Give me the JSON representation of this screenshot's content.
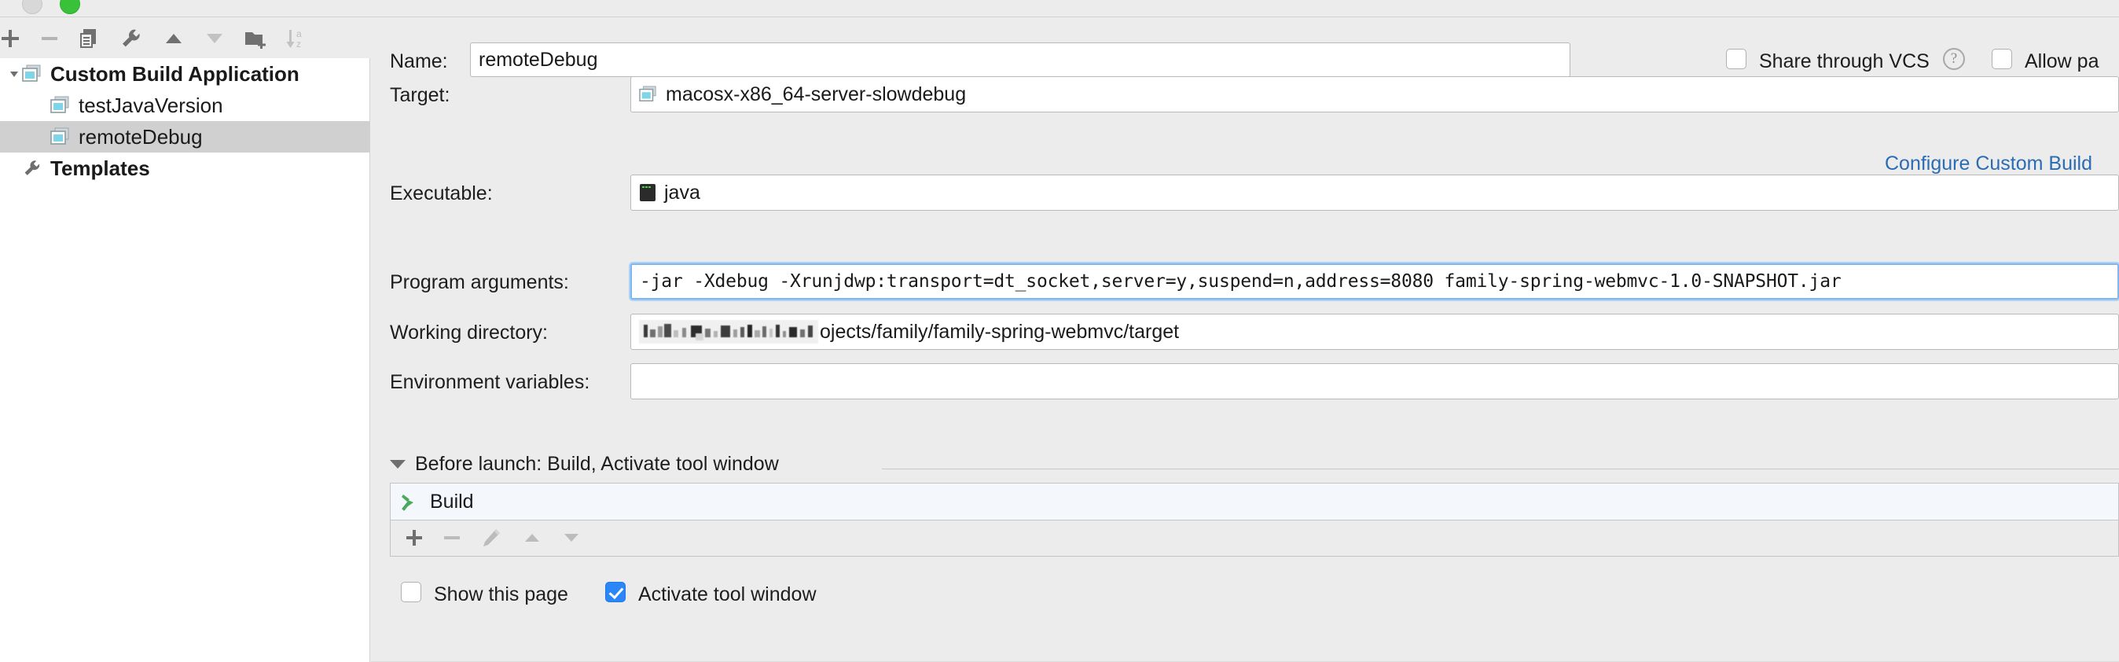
{
  "window": {
    "traffic_lights": [
      "minimize",
      "zoom"
    ]
  },
  "toolbar": {
    "items": [
      {
        "name": "add-configuration-button",
        "icon": "plus-icon",
        "enabled": true
      },
      {
        "name": "remove-configuration-button",
        "icon": "minus-icon",
        "enabled": false
      },
      {
        "name": "copy-configuration-button",
        "icon": "copy-icon",
        "enabled": true
      },
      {
        "name": "edit-templates-button",
        "icon": "wrench-icon",
        "enabled": true
      },
      {
        "name": "move-up-button",
        "icon": "arrow-up-icon",
        "enabled": true
      },
      {
        "name": "move-down-button",
        "icon": "arrow-down-icon",
        "enabled": false
      },
      {
        "name": "new-folder-button",
        "icon": "folder-plus-icon",
        "enabled": true
      },
      {
        "name": "sort-configurations-button",
        "icon": "sort-alpha-icon",
        "enabled": false
      }
    ]
  },
  "tree": {
    "nodes": [
      {
        "label": "Custom Build Application",
        "icon": "application-icon",
        "level": 0,
        "group": true,
        "selected": false,
        "expanded": true
      },
      {
        "label": "testJavaVersion",
        "icon": "application-icon",
        "level": 1,
        "group": false,
        "selected": false
      },
      {
        "label": "remoteDebug",
        "icon": "application-icon",
        "level": 1,
        "group": false,
        "selected": true
      },
      {
        "label": "Templates",
        "icon": "wrench-icon",
        "level": 0,
        "group": true,
        "selected": false
      }
    ]
  },
  "form": {
    "name": {
      "label": "Name:",
      "value": "remoteDebug",
      "focused": false
    },
    "target": {
      "label": "Target:",
      "value": "macosx-x86_64-server-slowdebug",
      "icon": "application-icon"
    },
    "configure_link": "Configure Custom Build",
    "executable": {
      "label": "Executable:",
      "value": "java",
      "icon": "terminal-icon"
    },
    "program_arguments": {
      "label": "Program arguments:",
      "value": "-jar -Xdebug -Xrunjdwp:transport=dt_socket,server=y,suspend=n,address=8080 family-spring-webmvc-1.0-SNAPSHOT.jar",
      "focused": true
    },
    "working_directory": {
      "label": "Working directory:",
      "redacted_prefix": true,
      "value": "ojects/family/family-spring-webmvc/target"
    },
    "environment_variables": {
      "label": "Environment variables:",
      "value": ""
    }
  },
  "options": {
    "share_through_vcs": {
      "label": "Share through VCS",
      "checked": false,
      "help_icon": "question-mark-icon",
      "help_glyph": "?"
    },
    "allow_parallel_run": {
      "label": "Allow pa",
      "checked": false,
      "truncated": true
    }
  },
  "before_launch": {
    "title": "Before launch: Build, Activate tool window",
    "expanded": true,
    "tasks": [
      {
        "label": "Build",
        "icon": "hammer-icon"
      }
    ],
    "toolbar": [
      {
        "name": "add-task-button",
        "icon": "plus-icon",
        "enabled": true
      },
      {
        "name": "remove-task-button",
        "icon": "minus-icon",
        "enabled": false
      },
      {
        "name": "edit-task-button",
        "icon": "pencil-icon",
        "enabled": false
      },
      {
        "name": "move-task-up",
        "icon": "arrow-up-icon",
        "enabled": false
      },
      {
        "name": "move-task-down",
        "icon": "arrow-down-icon",
        "enabled": false
      }
    ],
    "show_this_page": {
      "label": "Show this page",
      "checked": false
    },
    "activate_tool_window": {
      "label": "Activate tool window",
      "checked": true
    }
  },
  "colors": {
    "accent_blue": "#2b86f7",
    "link_blue": "#2b6cb5",
    "focus_border": "#7eb6f0",
    "selection_gray": "#d0d0d0",
    "panel_bg": "#ececec",
    "hammer_green": "#4aaa5c",
    "tree_icon_blue": "#7fd4e8"
  }
}
